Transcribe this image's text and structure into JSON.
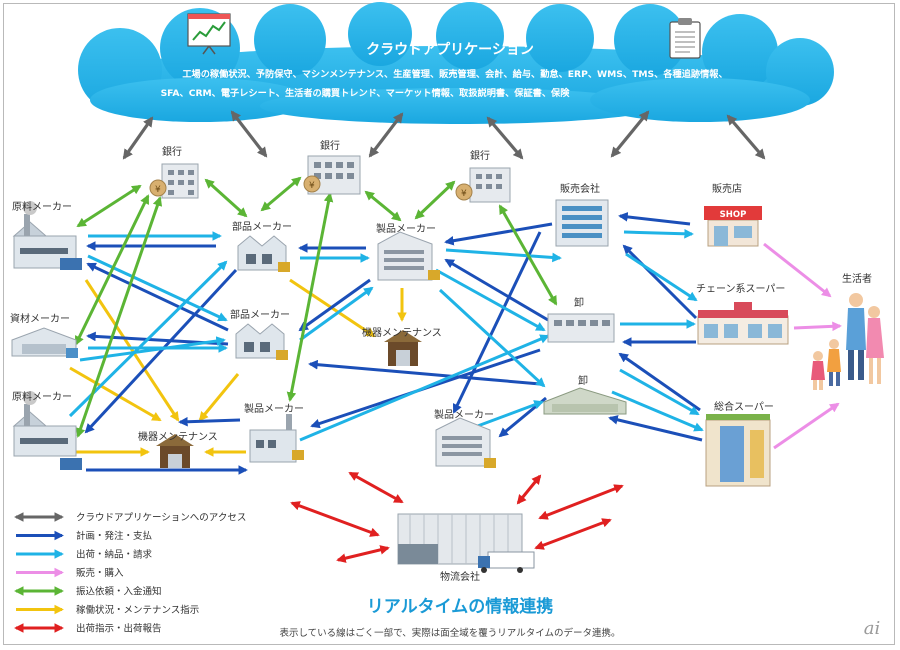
{
  "cloud": {
    "title": "クラウドアプリケーション",
    "line1": "工場の稼働状況、予防保守、マシンメンテナンス、生産管理、販売管理、会計、給与、勤怠、ERP、WMS、TMS、各種追跡情報、",
    "line2": "SFA、CRM、電子レシート、生活者の購買トレンド、マーケット情報、取扱説明書、保証書、保険"
  },
  "nodes": {
    "bank1": "銀行",
    "bank2": "銀行",
    "bank3": "銀行",
    "raw1": "原料メーカー",
    "material": "資材メーカー",
    "raw2": "原料メーカー",
    "parts1": "部品メーカー",
    "parts2": "部品メーカー",
    "product1": "製品メーカー",
    "product2": "製品メーカー",
    "product3": "製品メーカー",
    "maint1": "機器メンテナンス",
    "maint2": "機器メンテナンス",
    "sales_co": "販売会社",
    "wholesale1": "卸",
    "wholesale2": "卸",
    "shop": "販売店",
    "chain": "チェーン系スーパー",
    "gms": "総合スーパー",
    "consumer": "生活者",
    "logistics": "物流会社",
    "shop_sign": "SHOP"
  },
  "legend": [
    {
      "label": "クラウドアプリケーションへのアクセス",
      "color": "#666666"
    },
    {
      "label": "計画・発注・支払",
      "color": "#1b4fb8"
    },
    {
      "label": "出荷・納品・請求",
      "color": "#1fb3e6"
    },
    {
      "label": "販売・購入",
      "color": "#ec8ee6"
    },
    {
      "label": "振込依頼・入金通知",
      "color": "#5bb535"
    },
    {
      "label": "稼働状況・メンテナンス指示",
      "color": "#f2c40f"
    },
    {
      "label": "出荷指示・出荷報告",
      "color": "#e02020"
    }
  ],
  "headline": "リアルタイムの情報連携",
  "footnote": "表示している線はごく一部で、実際は面全域を覆うリアルタイムのデータ連携。",
  "logo": "ai",
  "icons": {
    "cloud_left": "presentation-board-icon",
    "cloud_right": "clipboard-document-icon"
  }
}
